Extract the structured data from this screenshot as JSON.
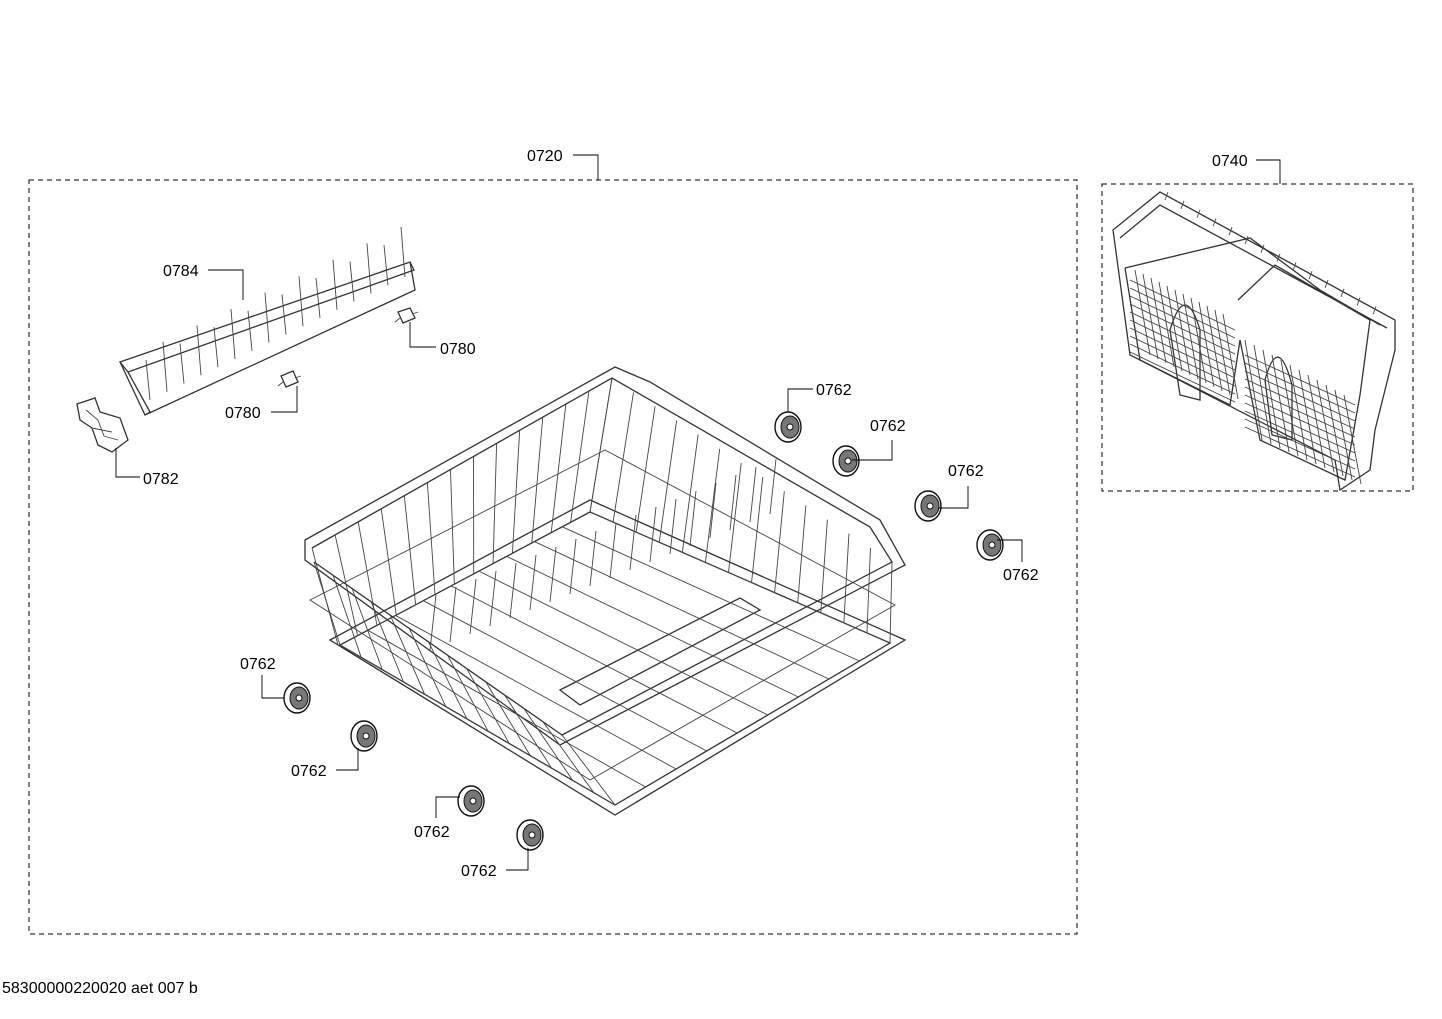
{
  "assemblies": {
    "rack": {
      "label": "0720"
    },
    "cutlery_basket": {
      "label": "0740"
    }
  },
  "parts": {
    "plate_rack": {
      "label": "0784"
    },
    "clip_right": {
      "label": "0780"
    },
    "clip_left": {
      "label": "0780"
    },
    "handle_lever": {
      "label": "0782"
    },
    "wheels": [
      {
        "label": "0762"
      },
      {
        "label": "0762"
      },
      {
        "label": "0762"
      },
      {
        "label": "0762"
      },
      {
        "label": "0762"
      },
      {
        "label": "0762"
      },
      {
        "label": "0762"
      },
      {
        "label": "0762"
      }
    ]
  },
  "footer": {
    "text": "58300000220020 aet 007 b"
  }
}
